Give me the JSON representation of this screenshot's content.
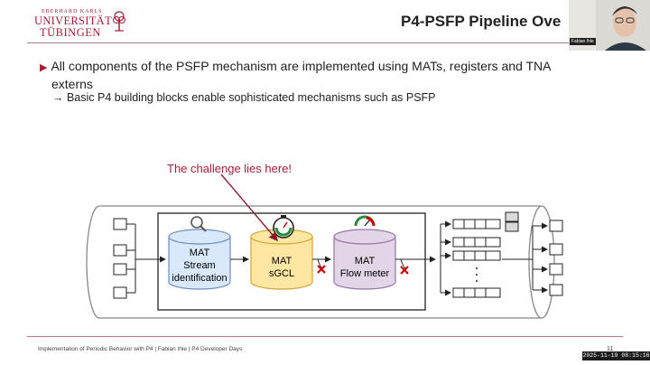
{
  "header": {
    "logo_line1": "EBERHARD KARLS",
    "logo_line2": "UNIVERSITÄT",
    "logo_line3": "TÜBINGEN",
    "title": "P4-PSFP Pipeline Ove",
    "webcam_name": "Fabian Ihle"
  },
  "content": {
    "bullet1_line1": "All components of the PSFP mechanism are implemented using MATs, registers and TNA",
    "bullet1_line2": "externs",
    "bullet2": "→ Basic P4 building blocks enable sophisticated mechanisms such as PSFP",
    "challenge": "The challenge lies here!"
  },
  "diagram": {
    "mat1_line1": "MAT",
    "mat1_line2": "Stream",
    "mat1_line3": "identification",
    "mat2_line1": "MAT",
    "mat2_line2": "sGCL",
    "mat3_line1": "MAT",
    "mat3_line2": "Flow meter",
    "colors": {
      "mat1": "#dae8fc",
      "mat2": "#ffe6a3",
      "mat3": "#e1d5e7",
      "drop": "#cc0000",
      "accent": "#a51e37"
    }
  },
  "footer": {
    "text": "Implementation of Periodic Behavior with P4   |   Fabian Ihle    |   P4 Developer Days",
    "page": "11",
    "timestamp": "2025-11-19 08:15:16"
  }
}
